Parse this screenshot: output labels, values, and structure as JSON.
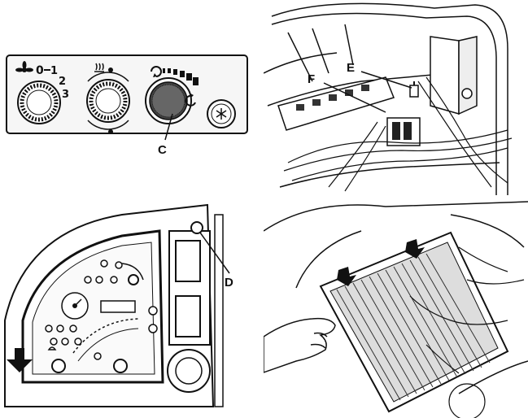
{
  "callouts": {
    "c": "C",
    "d": "D",
    "e": "E",
    "f": "F"
  },
  "heater_panel": {
    "fan_speed_marks": [
      "0",
      "1",
      "2",
      "3"
    ]
  },
  "icons": {
    "fan": "fan-icon",
    "heat": "heater-icon",
    "recirc": "recirculation-icon",
    "ac": "snowflake-ac-icon",
    "warning": "warning-light-icon"
  },
  "colors": {
    "line": "#111111",
    "shade": "#555555",
    "background": "#ffffff"
  }
}
